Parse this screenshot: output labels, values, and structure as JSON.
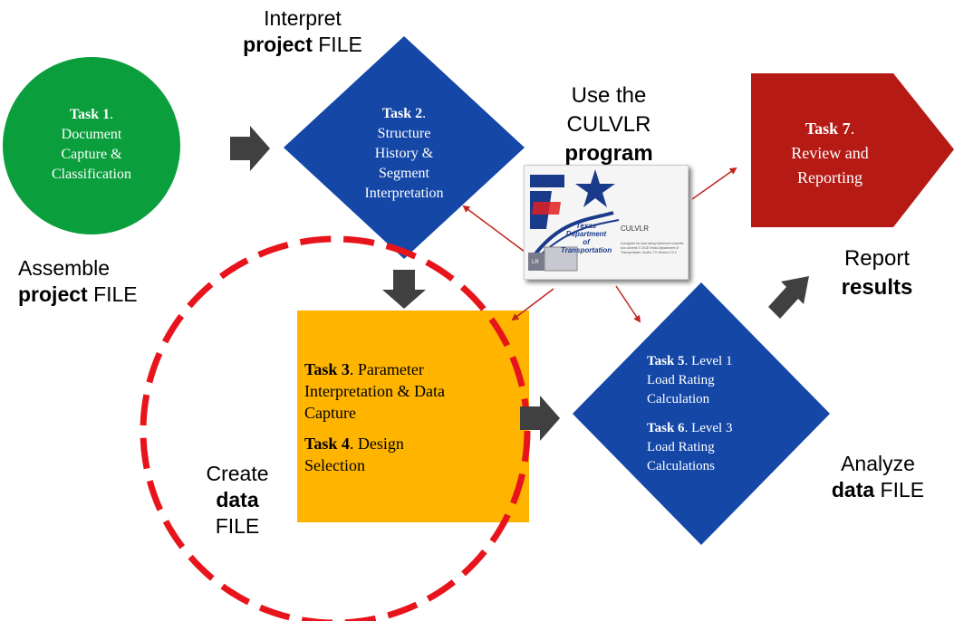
{
  "labels": {
    "interpret_line1": "Interpret",
    "interpret_bold": "project",
    "interpret_rest": " FILE",
    "use_line1": "Use the",
    "use_line2": "CULVLR",
    "use_line3": "program",
    "assemble_line1": "Assemble",
    "assemble_bold": "project",
    "assemble_rest": " FILE",
    "report_line1": "Report",
    "report_line2": "results",
    "create_line1": "Create",
    "create_bold": "data",
    "create_rest": " FILE",
    "analyze_line1": "Analyze",
    "analyze_bold": "data",
    "analyze_rest": " FILE"
  },
  "tasks": {
    "task1": {
      "num": "Task 1",
      "l1": "Document",
      "l2": "Capture &",
      "l3": "Classification"
    },
    "task2": {
      "num": "Task 2",
      "l1": "Structure",
      "l2": "History &",
      "l3": "Segment",
      "l4": "Interpretation"
    },
    "task3": {
      "num": "Task 3",
      "text1": ". Parameter",
      "text2": "Interpretation & Data",
      "text3": "Capture"
    },
    "task4": {
      "num": "Task 4",
      "text1": ". Design",
      "text2": "Selection"
    },
    "task5": {
      "num": "Task 5",
      "text1": ". Level  1",
      "l2": "Load Rating",
      "l3": "Calculation"
    },
    "task6": {
      "num": "Task 6",
      "text1": ". Level  3",
      "l2": "Load Rating",
      "l3": "Calculations"
    },
    "task7": {
      "num": "Task 7",
      "l1": "Review and",
      "l2": "Reporting"
    }
  },
  "logo": {
    "org_line1": "Texas",
    "org_line2": "Department",
    "org_line3": "of Transportation",
    "program": "CULVLR",
    "small_text": "A program for load rating reinforced concrete box culverts © 2018 Texas Department of Transportation, Austin, TX Version 2.0.0"
  },
  "colors": {
    "green_circle": "#0a9e3c",
    "blue_diamond": "#1447a6",
    "orange_square": "#ffb400",
    "red_pentagon": "#b51a14",
    "dashed_circle": "#e8141c",
    "arrow_gray": "#404040",
    "thin_arrow": "#c0261e"
  }
}
